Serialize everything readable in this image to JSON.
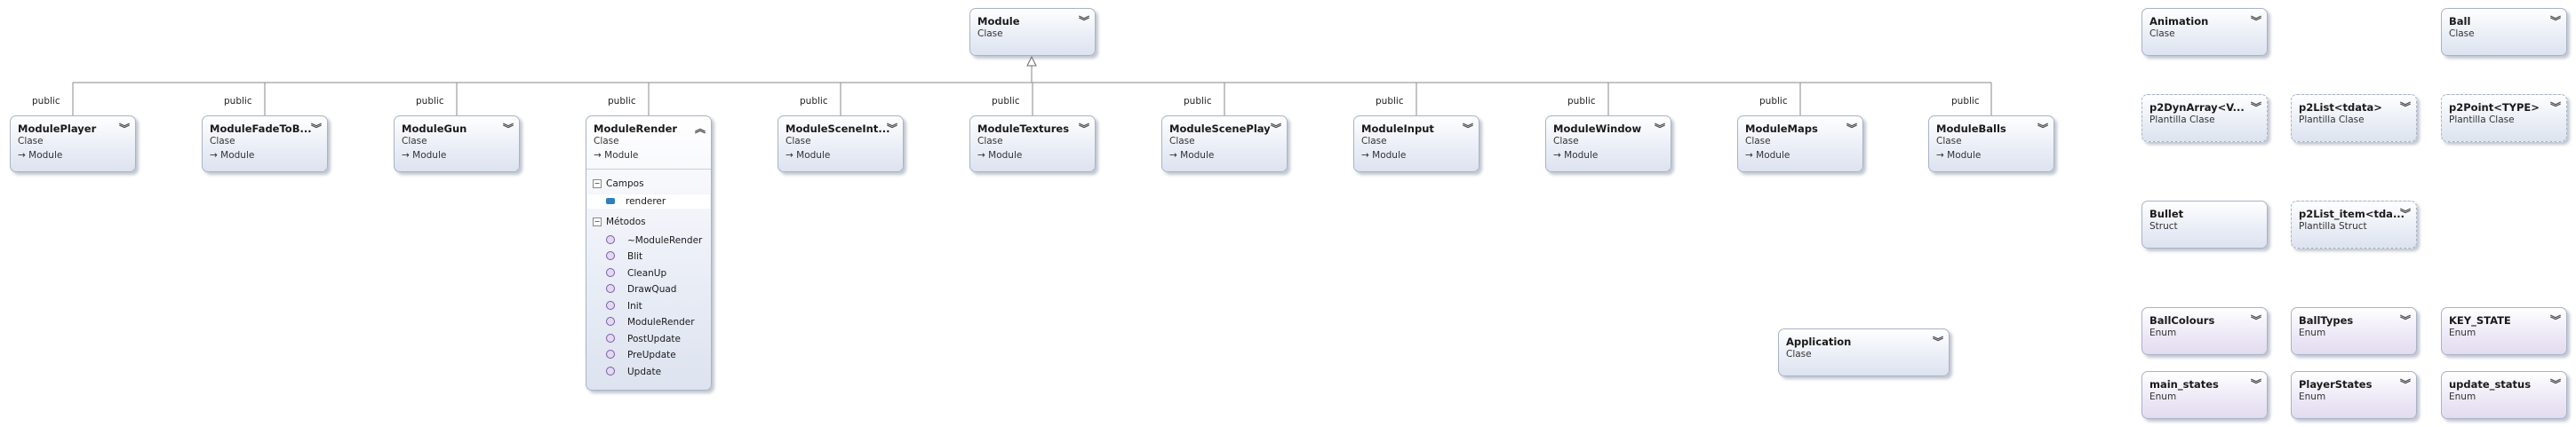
{
  "diagram": {
    "edge_label": "public",
    "classes": {
      "module": {
        "name": "Module",
        "kind": "Clase"
      },
      "player": {
        "name": "ModulePlayer",
        "kind": "Clase",
        "base": "→ Module"
      },
      "fade": {
        "name": "ModuleFadeToB...",
        "kind": "Clase",
        "base": "→ Module"
      },
      "gun": {
        "name": "ModuleGun",
        "kind": "Clase",
        "base": "→ Module"
      },
      "render": {
        "name": "ModuleRender",
        "kind": "Clase",
        "base": "→ Module",
        "fields_label": "Campos",
        "fields": [
          "renderer"
        ],
        "methods_label": "Métodos",
        "methods": [
          "~ModuleRender",
          "Blit",
          "CleanUp",
          "DrawQuad",
          "Init",
          "ModuleRender",
          "PostUpdate",
          "PreUpdate",
          "Update"
        ]
      },
      "sceneintro": {
        "name": "ModuleSceneInt...",
        "kind": "Clase",
        "base": "→ Module"
      },
      "textures": {
        "name": "ModuleTextures",
        "kind": "Clase",
        "base": "→ Module"
      },
      "sceneplay": {
        "name": "ModuleScenePlay",
        "kind": "Clase",
        "base": "→ Module"
      },
      "input": {
        "name": "ModuleInput",
        "kind": "Clase",
        "base": "→ Module"
      },
      "window": {
        "name": "ModuleWindow",
        "kind": "Clase",
        "base": "→ Module"
      },
      "maps": {
        "name": "ModuleMaps",
        "kind": "Clase",
        "base": "→ Module"
      },
      "balls": {
        "name": "ModuleBalls",
        "kind": "Clase",
        "base": "→ Module"
      },
      "animation": {
        "name": "Animation",
        "kind": "Clase"
      },
      "ball": {
        "name": "Ball",
        "kind": "Clase"
      },
      "p2dynarray": {
        "name": "p2DynArray<V...",
        "kind": "Plantilla Clase"
      },
      "p2list": {
        "name": "p2List<tdata>",
        "kind": "Plantilla Clase"
      },
      "p2point": {
        "name": "p2Point<TYPE>",
        "kind": "Plantilla Clase"
      },
      "bullet": {
        "name": "Bullet",
        "kind": "Struct"
      },
      "p2listitem": {
        "name": "p2List_item<tda...",
        "kind": "Plantilla Struct"
      },
      "application": {
        "name": "Application",
        "kind": "Clase"
      },
      "ballcolours": {
        "name": "BallColours",
        "kind": "Enum"
      },
      "balltypes": {
        "name": "BallTypes",
        "kind": "Enum"
      },
      "keystate": {
        "name": "KEY_STATE",
        "kind": "Enum"
      },
      "mainstates": {
        "name": "main_states",
        "kind": "Enum"
      },
      "playerstates": {
        "name": "PlayerStates",
        "kind": "Enum"
      },
      "updatestatus": {
        "name": "update_status",
        "kind": "Enum"
      }
    }
  }
}
